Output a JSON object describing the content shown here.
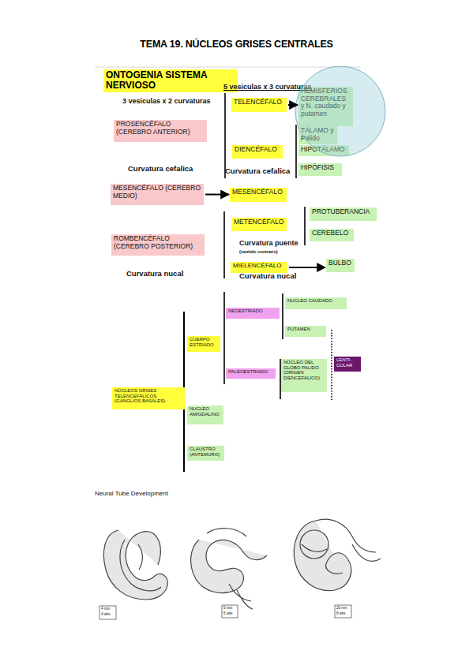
{
  "diagram": {
    "title": "TEMA 19. NÚCLEOS GRISES CENTRALES",
    "nodes": [
      {
        "text": [
          "ONTOGENIA SISTEMA NERVIOSO"
        ]
      },
      {
        "text": [
          "TELENCÉFALO"
        ]
      },
      {
        "text": [
          "HEMISFERIOS CEREBRALES y N. caudado y putamen"
        ]
      },
      {
        "text": [
          "PROSENCÉFALO (CEREBRO ANTERIOR)"
        ]
      },
      {
        "text": [
          "TÁLAMO y Palido"
        ]
      },
      {
        "text": [
          "DIENCÉFALO"
        ]
      },
      {
        "text": [
          "HIPOTÁLAMO"
        ]
      },
      {
        "text": [
          "HIPÓFISIS"
        ]
      },
      {
        "text": [
          "MESENCÉFALO (CEREBRO MEDIO)"
        ]
      },
      {
        "text": [
          "MESENCÉFALO"
        ]
      },
      {
        "text": [
          "PROTUBERANCIA"
        ]
      },
      {
        "text": [
          "METENCÉFALO"
        ]
      },
      {
        "text": [
          "CEREBELO"
        ]
      },
      {
        "text": [
          "ROMBENCÉFALO (CEREBRO POSTERIOR)"
        ]
      },
      {
        "text": [
          "MIELENCÉFALO"
        ]
      },
      {
        "text": [
          "BULBO"
        ]
      },
      {
        "text": [
          "NUCLEO CAUDADO"
        ]
      },
      {
        "text": [
          "NEOESTRIADO"
        ]
      },
      {
        "text": [
          "PUTAMEN"
        ]
      },
      {
        "text": [
          "CUERPO ESTRIADO"
        ]
      },
      {
        "text": [
          "LENTI- CULAR"
        ]
      },
      {
        "text": [
          "PALEOESTRIADO"
        ]
      },
      {
        "text": [
          "NÚCLEO DEL GLOBO PALIDO (ORIGEN DIENCEFALICO)"
        ]
      },
      {
        "text": [
          "NÚCLEOS GRISES TELENCEFÁLICOS (GANGLIOS BASALES)"
        ]
      },
      {
        "text": [
          "NUCLEO AMIGDALINO"
        ]
      },
      {
        "text": [
          "CLAUSTRO (ANTEMURO)"
        ]
      }
    ],
    "edges": [
      {
        "from": 1,
        "to": 2,
        "arrow": "to"
      },
      {
        "from": 8,
        "to": 9,
        "arrow": "to"
      },
      {
        "from": 14,
        "to": 15,
        "arrow": "to"
      }
    ],
    "labels": [
      "3 vesiculas x 2 curvaturas",
      "5 vesiculas x 3 curvaturas",
      "Curvatura cefalica",
      "Curvatura cefalica",
      "Curvatura puente",
      "(sentido contrario)",
      "Curvatura nucal",
      "Curvatura nucal",
      "Neural Tube Development",
      "4 mm",
      "4 wks",
      "5 mm",
      "5 wks",
      "20 mm",
      "8 wks"
    ]
  }
}
